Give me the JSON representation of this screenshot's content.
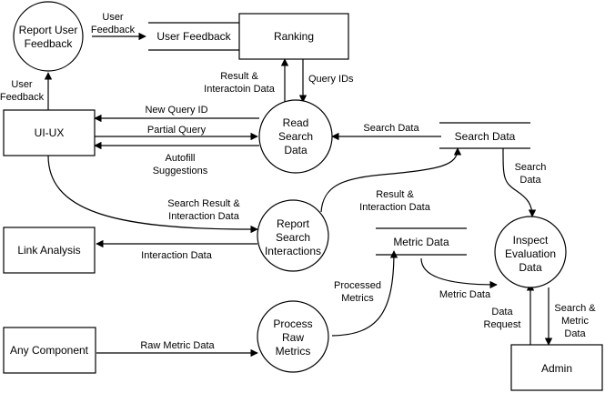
{
  "diagram": {
    "processes": {
      "report_user_feedback": [
        "Report User",
        "Feedback"
      ],
      "read_search_data": [
        "Read",
        "Search",
        "Data"
      ],
      "report_search_interactions": [
        "Report",
        "Search",
        "Interactions"
      ],
      "process_raw_metrics": [
        "Process",
        "Raw",
        "Metrics"
      ],
      "inspect_evaluation_data": [
        "Inspect",
        "Evaluation",
        "Data"
      ]
    },
    "entities": {
      "ranking": "Ranking",
      "ui_ux": "UI-UX",
      "link_analysis": "Link Analysis",
      "any_component": "Any Component",
      "admin": "Admin"
    },
    "data_stores": {
      "user_feedback": "User Feedback",
      "search_data": "Search Data",
      "metric_data": "Metric Data"
    },
    "flows": {
      "user_feedback_top": [
        "User",
        "Feedback"
      ],
      "user_feedback_left": [
        "User",
        "Feedback"
      ],
      "result_interaction": [
        "Result &",
        "Interactoin Data"
      ],
      "query_ids": "Query IDs",
      "new_query_id": "New Query ID",
      "partial_query": "Partial Query",
      "autofill": [
        "Autofill",
        "Suggestions"
      ],
      "search_data_read": "Search Data",
      "search_data_inspect": [
        "Search",
        "Data"
      ],
      "search_result_interaction": [
        "Search Result &",
        "Interaction Data"
      ],
      "result_interaction_store": [
        "Result &",
        "Interaction Data"
      ],
      "interaction_data": "Interaction Data",
      "processed_metrics": [
        "Processed",
        "Metrics"
      ],
      "metric_data_flow": "Metric Data",
      "data_request": [
        "Data",
        "Request"
      ],
      "search_metric_data": [
        "Search &",
        "Metric",
        "Data"
      ],
      "raw_metric_data": "Raw Metric Data"
    }
  }
}
